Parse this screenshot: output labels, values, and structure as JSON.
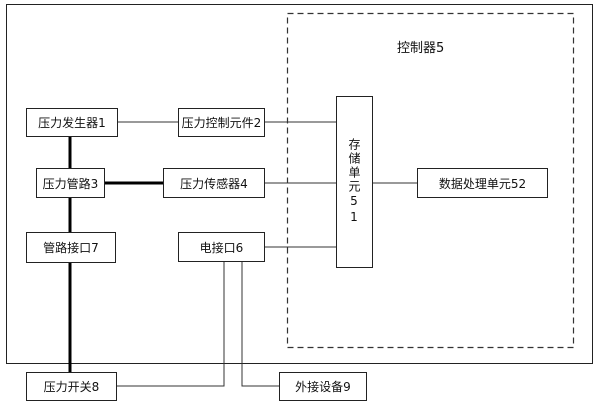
{
  "diagram": {
    "controller_label": "控制器5",
    "boxes": {
      "pressure_generator": "压力发生器1",
      "pressure_control_element": "压力控制元件2",
      "pressure_pipeline": "压力管路3",
      "pressure_sensor": "压力传感器4",
      "pipeline_interface": "管路接口7",
      "electrical_interface": "电接口6",
      "storage_unit": "存储单元51",
      "data_processing_unit": "数据处理单元52",
      "pressure_switch": "压力开关8",
      "external_device": "外接设备9"
    }
  }
}
